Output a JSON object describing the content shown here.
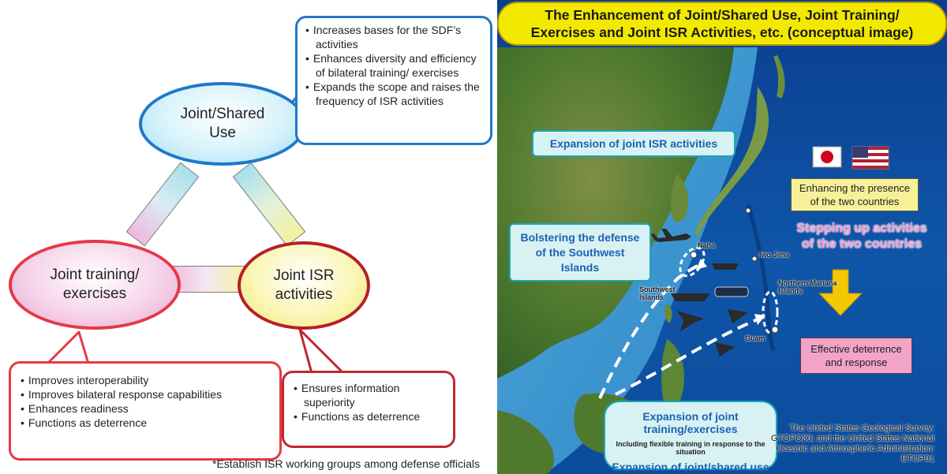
{
  "left_diagram": {
    "joint_shared_use": {
      "label_line1": "Joint/Shared",
      "label_line2": "Use"
    },
    "joint_training": {
      "label_line1": "Joint training/",
      "label_line2": "exercises"
    },
    "joint_isr": {
      "label_line1": "Joint ISR",
      "label_line2": "activities"
    },
    "shared_use_callout": [
      "Increases bases for the SDF’s activities",
      "Enhances diversity and efficiency of bilateral training/ exercises",
      "Expands the scope and raises the frequency of ISR activities"
    ],
    "training_callout": [
      "Improves interoperability",
      "Improves bilateral response capabilities",
      "Enhances readiness",
      "Functions as deterrence"
    ],
    "isr_callout": [
      "Ensures information superiority",
      "Functions as deterrence"
    ],
    "footnote": "*Establish ISR working groups among defense officials",
    "colors": {
      "blue": "#1f78c8",
      "red": "#e53946",
      "dark_red": "#b51f2a"
    }
  },
  "map_panel": {
    "title_line1": "The Enhancement of Joint/Shared Use, Joint Training/",
    "title_line2": "Exercises and Joint ISR Activities, etc. (conceptual image)",
    "isr_expansion": "Expansion of joint ISR activities",
    "southwest_defense_line1": "Bolstering the defense",
    "southwest_defense_line2": "of the Southwest",
    "southwest_defense_line3": "Islands",
    "training_expansion": "Expansion of joint training/exercises",
    "training_note": "Including flexible training in response to the situation",
    "shared_expansion": "Expansion of joint/shared use",
    "presence_line1": "Enhancing the presence",
    "presence_line2": "of the two countries",
    "stepping_line1": "Stepping up activities",
    "stepping_line2": "of the two countries",
    "deterrence_line1": "Effective deterrence",
    "deterrence_line2": "and response",
    "places": {
      "naha": "Naha",
      "iwo_jima": "Iwo Jima",
      "southwest_line1": "Southwest",
      "southwest_line2": "Islands",
      "mariana_line1": "Northern Mariana",
      "mariana_line2": "Islands",
      "guam": "Guam"
    },
    "credit_line1": "The United States Geological Survey:",
    "credit_line2": "GTOPO30; and the United States National",
    "credit_line3": "Oceanic and Atmospheric Administration:",
    "credit_line4": "ETOP01",
    "colors": {
      "title_bg": "#f3e900",
      "label_text": "#1b62b4",
      "label_border": "#1aa7b8",
      "presence_bg": "#f6f099",
      "deterrence_bg": "#f1a4c8",
      "arrow": "#f4c800"
    }
  }
}
